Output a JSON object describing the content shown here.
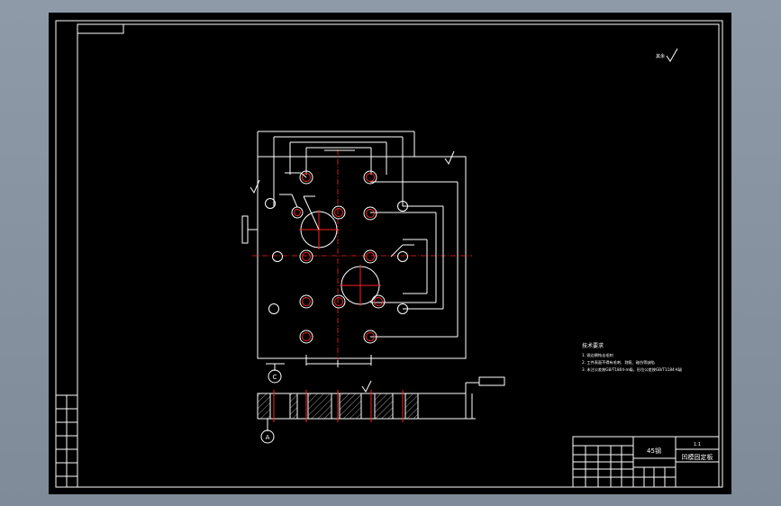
{
  "drawing": {
    "tech_title": "技术要求",
    "tech_note1": "1. 锐边倒钝去毛刺",
    "tech_note2": "2. 工件表面不得有毛刺、划痕、碰伤等缺陷",
    "tech_note3": "3. 未注公差按GB/T1804-m级，形位公差按GB/T1184-K级",
    "material": "45钢",
    "part_name": "凹模固定板",
    "scale": "1:1",
    "section_label_a": "A",
    "section_label_c": "C",
    "roughness_top": "其余",
    "colors": {
      "background": "#000000",
      "lines": "#ffffff",
      "centerlines": "#ff2020",
      "app_frame": "#8e9aa8"
    }
  }
}
